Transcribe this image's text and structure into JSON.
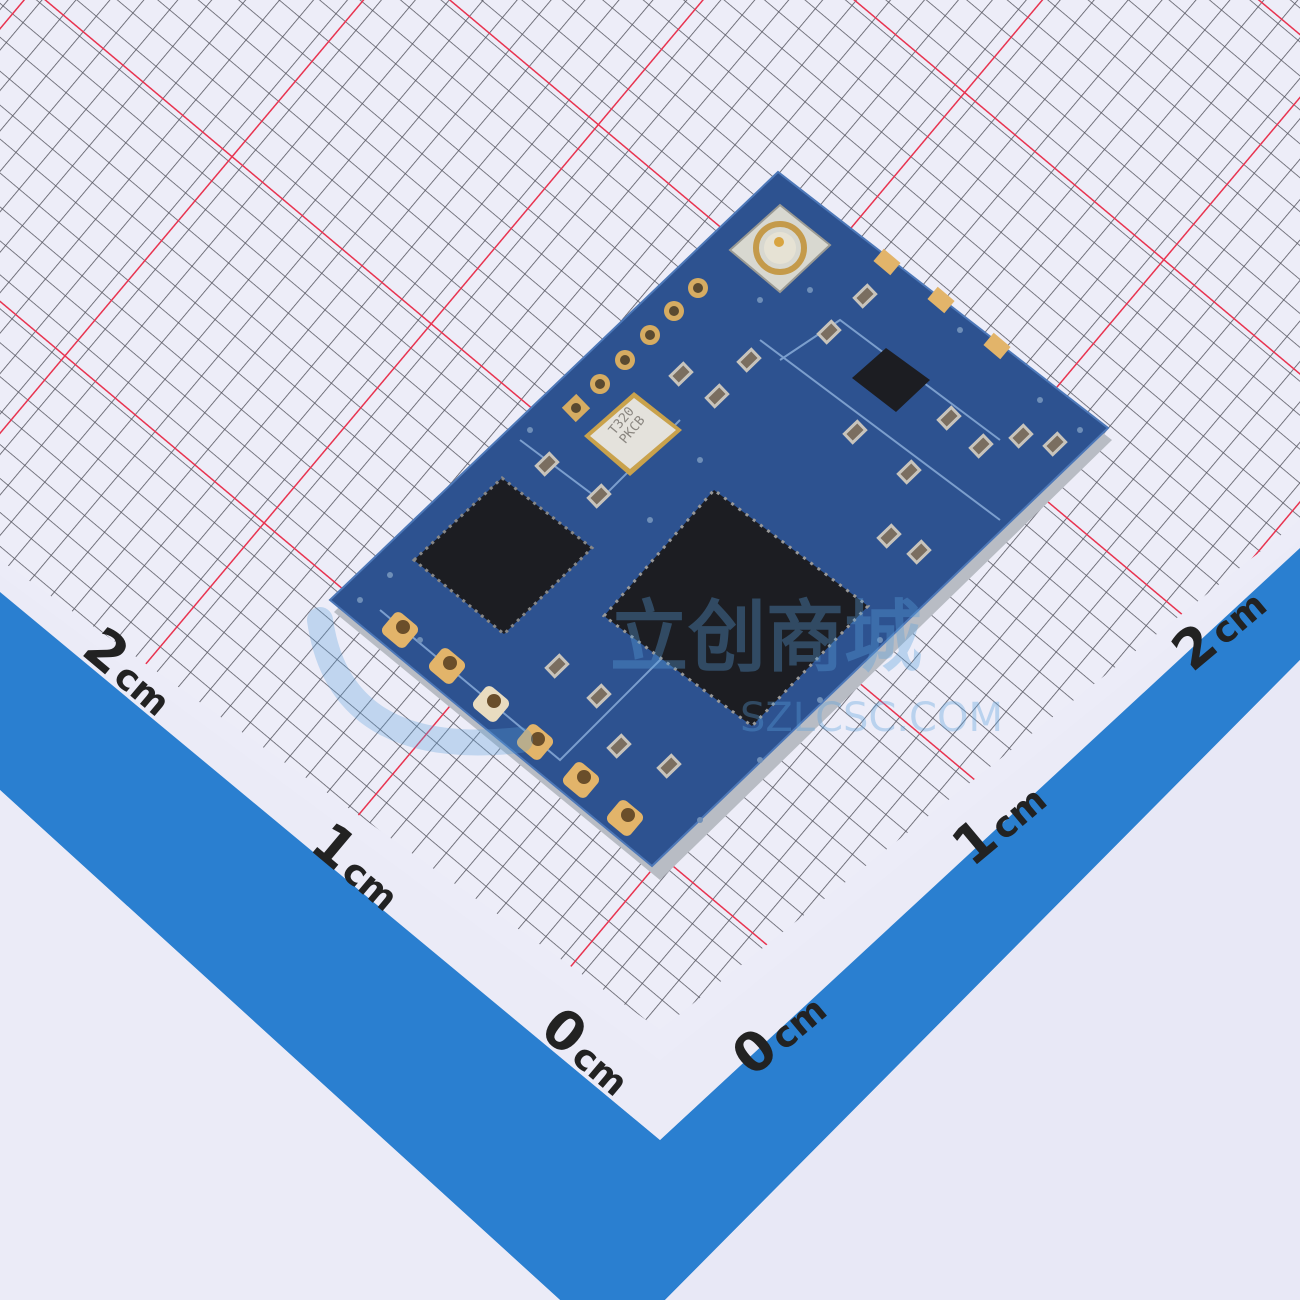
{
  "scene": {
    "subject": "Blue PCB wireless module with u.FL antenna connector on a measurement grid mat",
    "colors": {
      "background": "#e8e8f6",
      "grid_minor": "#555560",
      "grid_major": "#e8334f",
      "ruler_band": "#2a7fd0",
      "pcb": "#2b4f8c",
      "pcb_edge": "#b8bcc4",
      "gold_pad": "#e2b46a",
      "chip": "#1c1d22"
    }
  },
  "ruler": {
    "left_axis": [
      {
        "num": "2",
        "unit": "cm"
      },
      {
        "num": "1",
        "unit": "cm"
      },
      {
        "num": "0",
        "unit": "cm"
      }
    ],
    "right_axis": [
      {
        "num": "0",
        "unit": "cm"
      },
      {
        "num": "1",
        "unit": "cm"
      },
      {
        "num": "2",
        "unit": "cm"
      }
    ]
  },
  "pcb": {
    "crystal_marking": [
      "T320",
      "PKCB"
    ],
    "castellated_pads": 6,
    "header_holes": 5,
    "antenna_connector": "u.FL"
  },
  "watermark": {
    "logo_text": "立创商城",
    "url_text": "SZLCSC.COM"
  }
}
